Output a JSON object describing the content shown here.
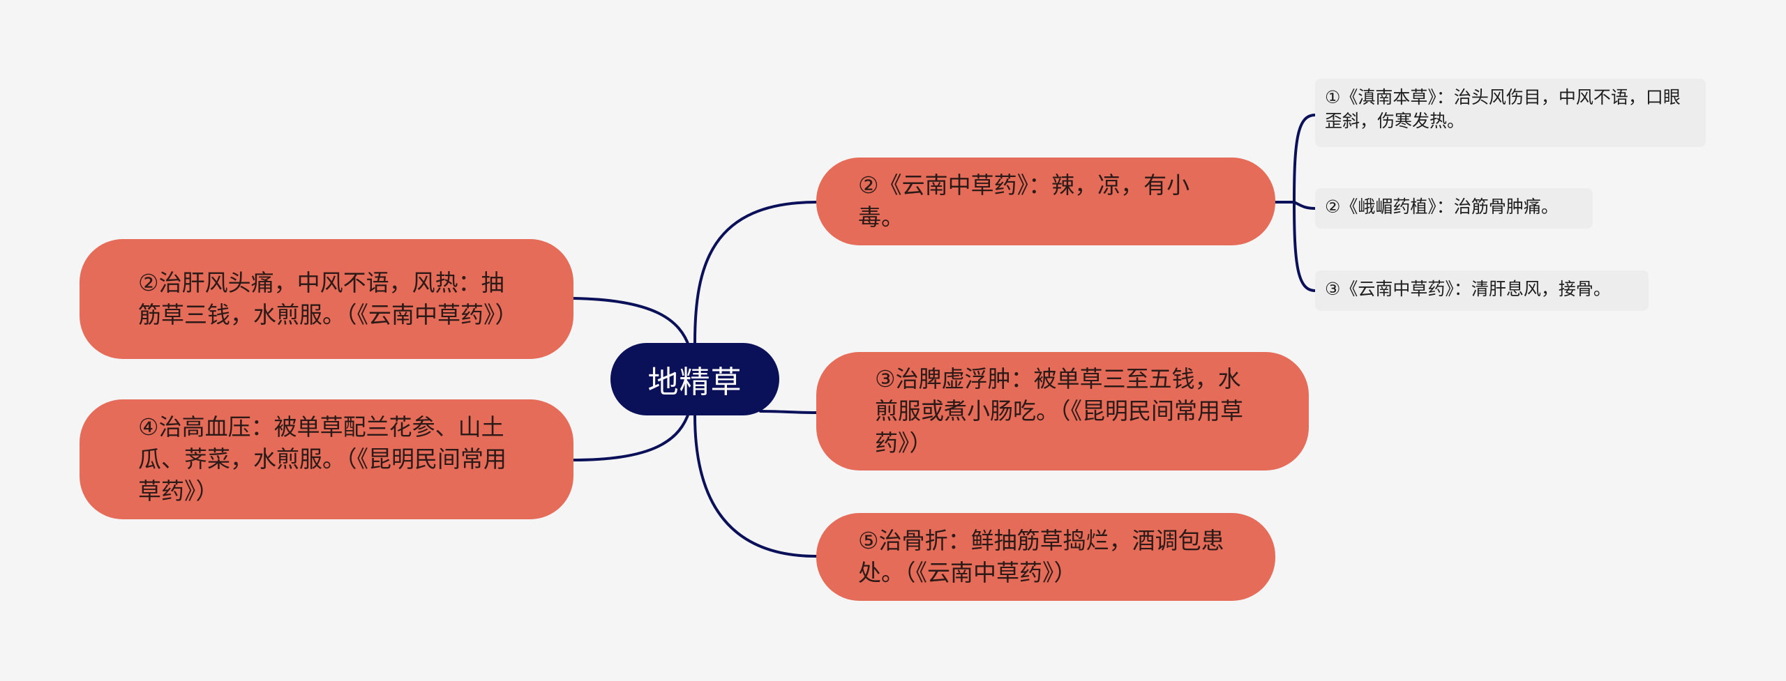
{
  "center": {
    "label": "地精草"
  },
  "branches": {
    "r1": "②《云南中草药》：辣，凉，有小毒。",
    "r2": "③治脾虚浮肿：被单草三至五钱，水煎服或煮小肠吃。（《昆明民间常用草药》）",
    "r3": "⑤治骨折：鲜抽筋草捣烂，酒调包患处。（《云南中草药》）",
    "l1": "②治肝风头痛，中风不语，风热：抽筋草三钱，水煎服。（《云南中草药》）",
    "l2": "④治高血压：被单草配兰花参、山土瓜、荠菜，水煎服。（《昆明民间常用草药》）"
  },
  "leaves": [
    "①《滇南本草》：治头风伤目，中风不语，口眼歪斜，伤寒发热。",
    "②《峨嵋药植》：治筋骨肿痛。",
    "③《云南中草药》：清肝息风，接骨。"
  ],
  "colors": {
    "center_fill": "#0b1159",
    "branch_fill": "#e56c58",
    "leaf_fill": "#ededed",
    "connector": "#0b1159",
    "background": "#f5f5f5"
  }
}
